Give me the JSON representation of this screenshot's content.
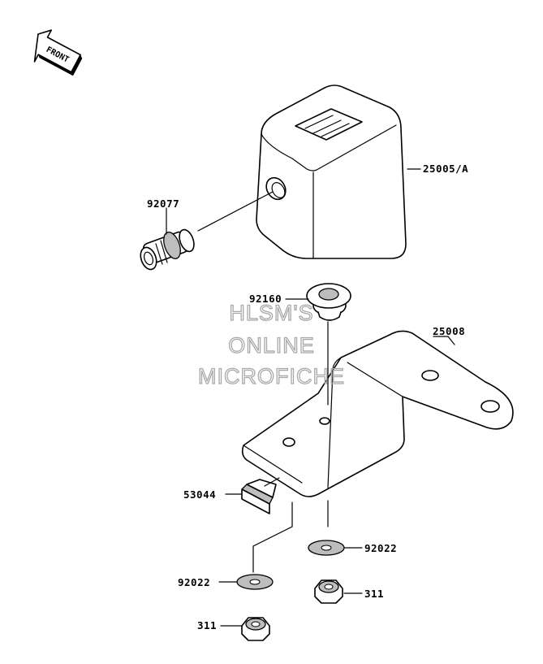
{
  "badge": {
    "text": "FRONT"
  },
  "watermark": {
    "line1": "HLSM'S",
    "line2": "ONLINE",
    "line3": "MICROFICHE"
  },
  "labels": [
    {
      "id": "25005A",
      "text": "25005/A"
    },
    {
      "id": "92077",
      "text": "92077"
    },
    {
      "id": "92160",
      "text": "92160"
    },
    {
      "id": "25008",
      "text": "25008"
    },
    {
      "id": "53044",
      "text": "53044"
    },
    {
      "id": "92022r",
      "text": "92022"
    },
    {
      "id": "92022l",
      "text": "92022"
    },
    {
      "id": "311r",
      "text": "311"
    },
    {
      "id": "311l",
      "text": "311"
    }
  ]
}
